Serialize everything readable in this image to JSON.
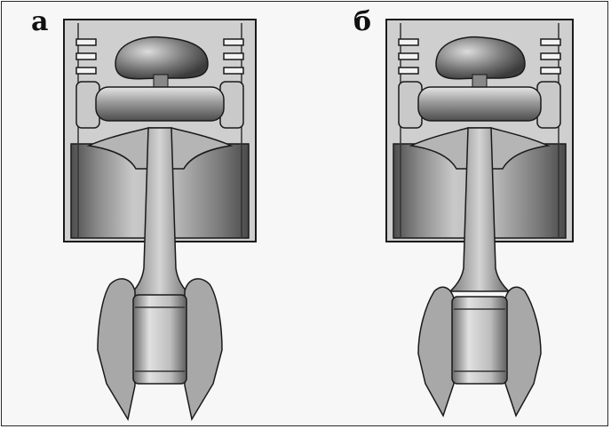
{
  "panels": [
    {
      "id": "a",
      "label": "а"
    },
    {
      "id": "b",
      "label": "б"
    }
  ],
  "colors": {
    "outline": "#1a1a1a",
    "metal_dark": "#5a5a5a",
    "metal_mid": "#9a9a9a",
    "metal_light": "#d9d9d9",
    "background": "#f7f7f7"
  }
}
